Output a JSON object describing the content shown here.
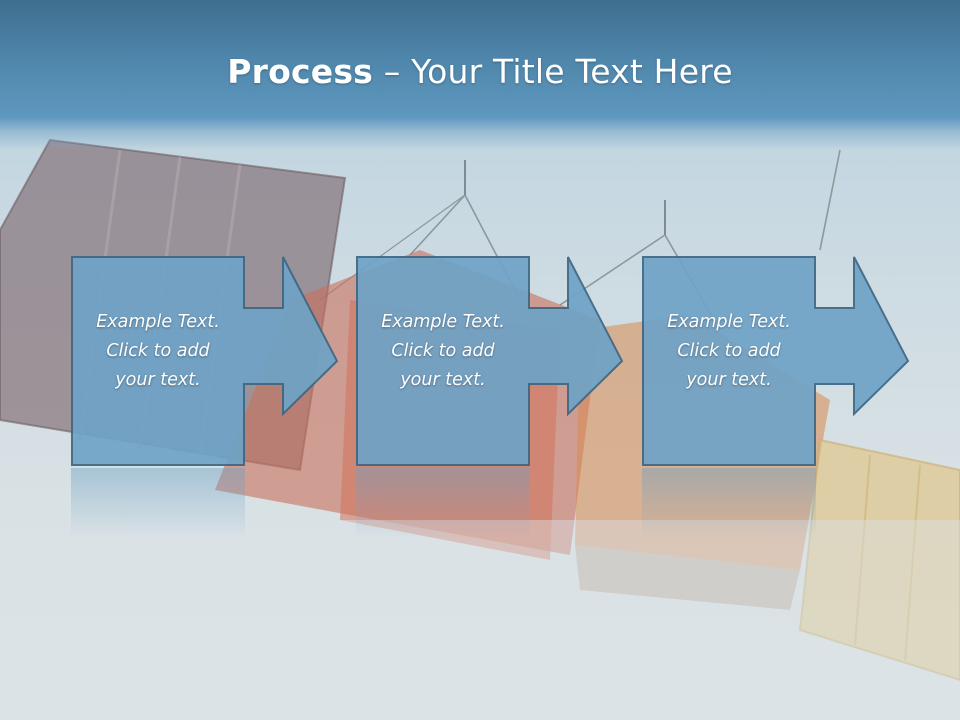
{
  "slide": {
    "title_bold": "Process",
    "title_rest": " – Your Title Text Here"
  },
  "steps": [
    {
      "line1": "Example Text.",
      "line2": "Click  to add",
      "line3": "your text."
    },
    {
      "line1": "Example Text.",
      "line2": "Click  to add",
      "line3": "your text."
    },
    {
      "line1": "Example Text.",
      "line2": "Click  to add",
      "line3": "your text."
    }
  ],
  "colors": {
    "header": "#4f86ab",
    "box_fill": "#6fa3c7",
    "box_stroke": "#3d6784"
  }
}
